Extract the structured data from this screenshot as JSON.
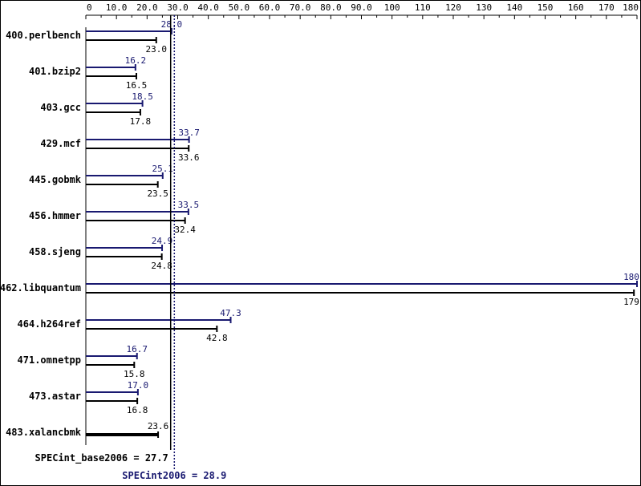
{
  "chart_data": {
    "type": "bar",
    "orientation": "horizontal",
    "x_ticks": [
      "0",
      "10.0",
      "20.0",
      "30.0",
      "40.0",
      "50.0",
      "60.0",
      "70.0",
      "80.0",
      "90.0",
      "100",
      "110",
      "120",
      "130",
      "140",
      "150",
      "160",
      "170",
      "180"
    ],
    "xlim": [
      0,
      180
    ],
    "categories": [
      "400.perlbench",
      "401.bzip2",
      "403.gcc",
      "429.mcf",
      "445.gobmk",
      "456.hmmer",
      "458.sjeng",
      "462.libquantum",
      "464.h264ref",
      "471.omnetpp",
      "473.astar",
      "483.xalancbmk"
    ],
    "series": [
      {
        "key": "peak",
        "color": "#191970",
        "values": [
          28.0,
          16.2,
          18.5,
          33.7,
          25.1,
          33.5,
          24.9,
          180,
          47.3,
          16.7,
          17.0,
          null
        ],
        "labels": [
          "28.0",
          "16.2",
          "18.5",
          "33.7",
          "25.1",
          "33.5",
          "24.9",
          "180",
          "47.3",
          "16.7",
          "17.0",
          ""
        ]
      },
      {
        "key": "base",
        "color": "#000000",
        "values": [
          23.0,
          16.5,
          17.8,
          33.6,
          23.5,
          32.4,
          24.8,
          179,
          42.8,
          15.8,
          16.8,
          23.6
        ],
        "labels": [
          "23.0",
          "16.5",
          "17.8",
          "33.6",
          "23.5",
          "32.4",
          "24.8",
          "179",
          "42.8",
          "15.8",
          "16.8",
          "23.6"
        ]
      }
    ],
    "summary": {
      "base": {
        "label": "SPECint_base2006 = 27.7",
        "value": 27.7
      },
      "peak": {
        "label": "SPECint2006 = 28.9",
        "value": 28.9
      }
    },
    "grid": false,
    "legend": "none"
  }
}
